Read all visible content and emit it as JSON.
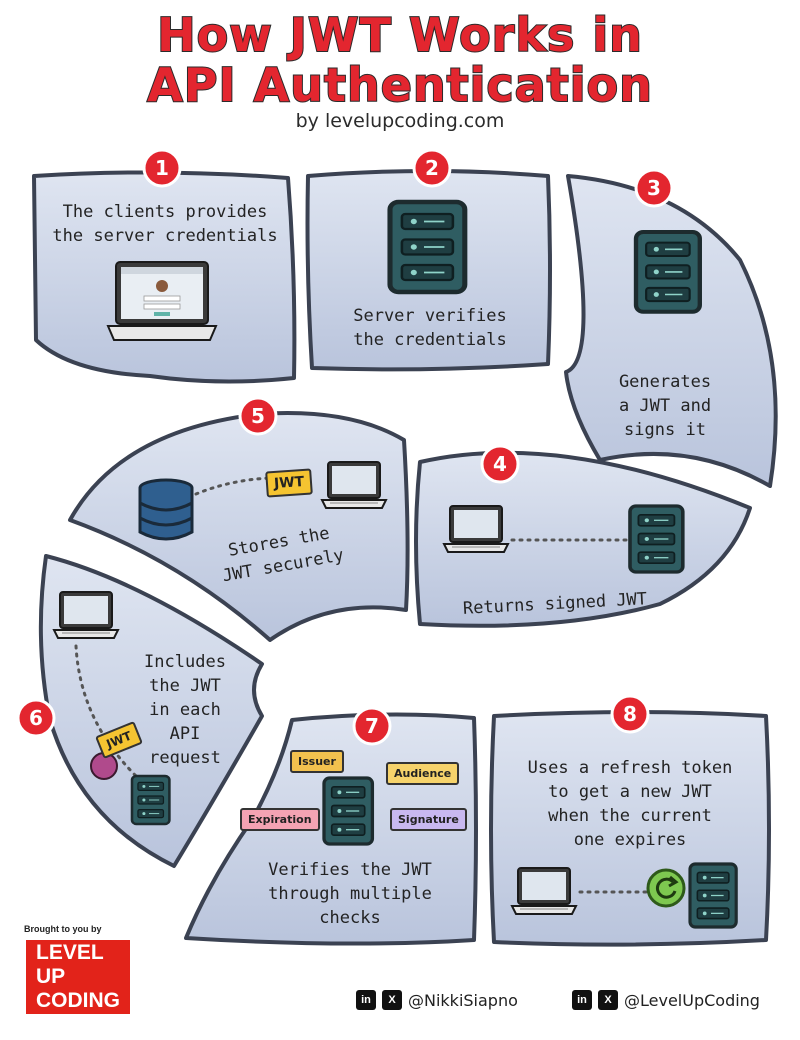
{
  "header": {
    "title_line1": "How JWT Works in",
    "title_line2": "API Authentication",
    "subtitle": "by levelupcoding.com"
  },
  "steps": [
    {
      "number": "1",
      "caption": [
        "The clients provides",
        "the server credentials"
      ]
    },
    {
      "number": "2",
      "caption": [
        "Server verifies",
        "the credentials"
      ]
    },
    {
      "number": "3",
      "caption": [
        "Generates",
        "a JWT and",
        "signs it"
      ]
    },
    {
      "number": "4",
      "caption": [
        "Returns signed JWT"
      ]
    },
    {
      "number": "5",
      "caption": [
        "Stores the",
        "JWT securely"
      ]
    },
    {
      "number": "6",
      "caption": [
        "Includes",
        "the JWT",
        "in each",
        "API",
        "request"
      ]
    },
    {
      "number": "7",
      "caption": [
        "Verifies the JWT",
        "through multiple",
        "checks"
      ]
    },
    {
      "number": "8",
      "caption": [
        "Uses a refresh token",
        "to get a new JWT",
        "when the current",
        "one expires"
      ]
    }
  ],
  "token_label": "JWT",
  "checks": [
    "Issuer",
    "Audience",
    "Expiration",
    "Signature"
  ],
  "footer": {
    "brought": "Brought to you by",
    "logo_line1": "LEVEL UP",
    "logo_line2": "CODING",
    "handle1": "@NikkiSiapno",
    "handle2": "@LevelUpCoding",
    "icon_in": "in",
    "icon_x": "X"
  },
  "colors": {
    "title_red": "#e3262f",
    "panel_fill": "#c9d2e6",
    "panel_stroke": "#3b4252",
    "badge_red": "#e3262f",
    "server_teal": "#2f5d62",
    "jwt_yellow": "#f5c431",
    "issuer": "#f2c14e",
    "audience": "#f6d36b",
    "expiration": "#f4a3b3",
    "signature": "#c8b8f0"
  }
}
